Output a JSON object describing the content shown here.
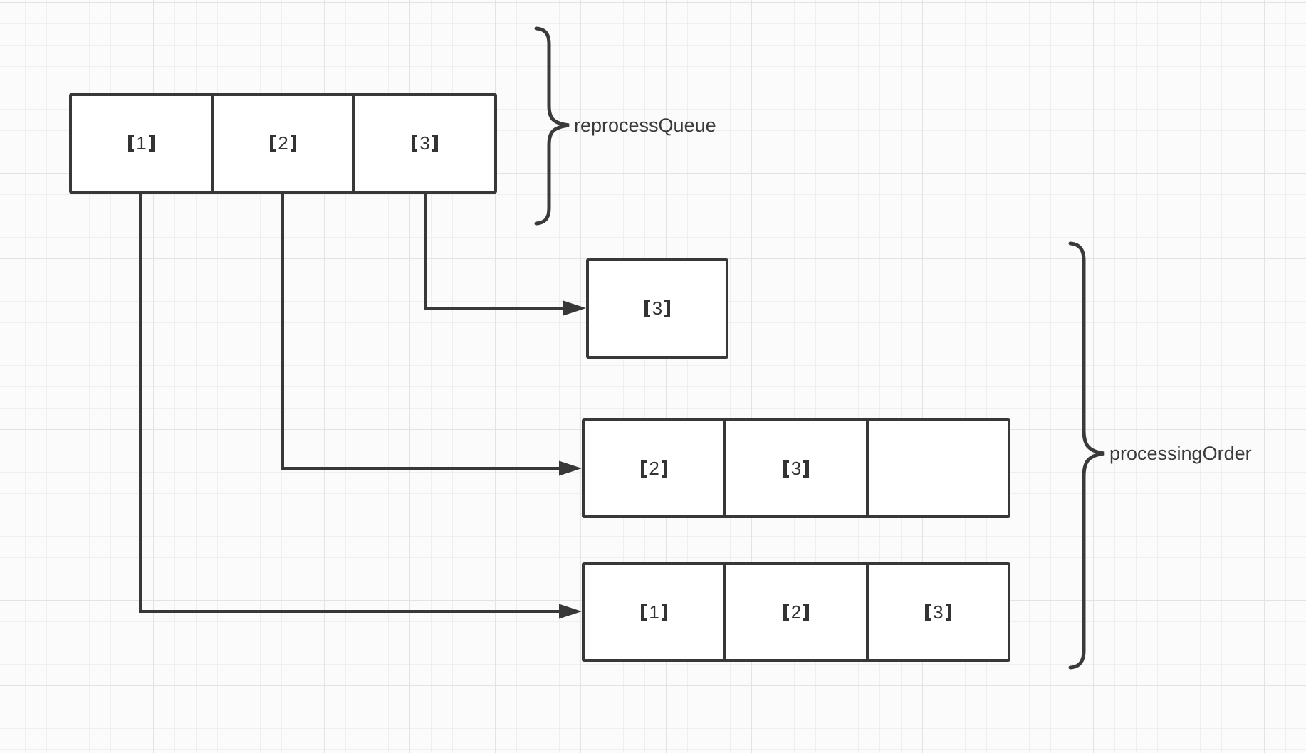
{
  "diagram": {
    "reprocessQueue": {
      "label": "reprocessQueue",
      "cells": [
        "【1】",
        "【2】",
        "【3】"
      ]
    },
    "processingOrder": {
      "label": "processingOrder",
      "step1": {
        "cells": [
          "【3】"
        ]
      },
      "step2": {
        "cells": [
          "【2】",
          "【3】",
          ""
        ]
      },
      "step3": {
        "cells": [
          "【1】",
          "【2】",
          "【3】"
        ]
      }
    },
    "colors": {
      "stroke": "#383838",
      "text": "#333333",
      "box_fill": "#ffffff",
      "background": "#fbfbfb",
      "grid_minor": "#efefef",
      "grid_major": "#e3e3e3"
    }
  }
}
